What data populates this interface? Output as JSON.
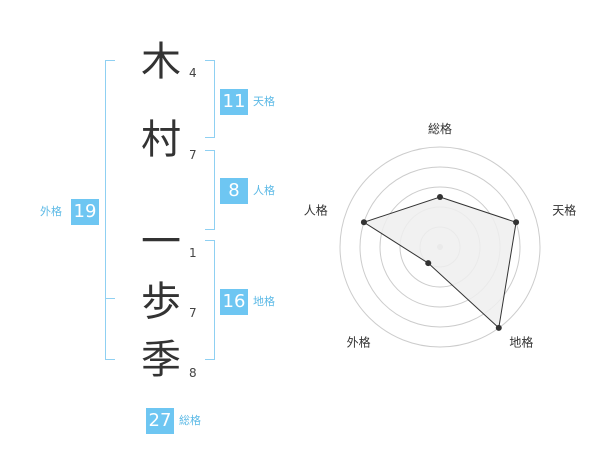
{
  "name": {
    "characters": [
      {
        "char": "木",
        "strokes": "4"
      },
      {
        "char": "村",
        "strokes": "7"
      },
      {
        "char": "一",
        "strokes": "1"
      },
      {
        "char": "歩",
        "strokes": "7"
      },
      {
        "char": "季",
        "strokes": "8"
      }
    ]
  },
  "kakusu": {
    "tenkaku": {
      "value": "11",
      "label": "天格"
    },
    "jinkaku": {
      "value": "8",
      "label": "人格"
    },
    "chikaku": {
      "value": "16",
      "label": "地格"
    },
    "gaikaku": {
      "value": "19",
      "label": "外格"
    },
    "soukaku": {
      "value": "27",
      "label": "総格"
    }
  },
  "chart_data": {
    "type": "radar",
    "axes": [
      "総格",
      "天格",
      "地格",
      "外格",
      "人格"
    ],
    "values": [
      0.5,
      0.8,
      1.0,
      0.2,
      0.8
    ],
    "rings": 5,
    "colors": {
      "fill": "#eeeeee",
      "stroke": "#333333",
      "grid": "#cccccc",
      "point": "#333333"
    }
  },
  "colors": {
    "accent": "#6ec6f2",
    "label": "#5bb9e6",
    "bracket": "#8fd0f2"
  }
}
